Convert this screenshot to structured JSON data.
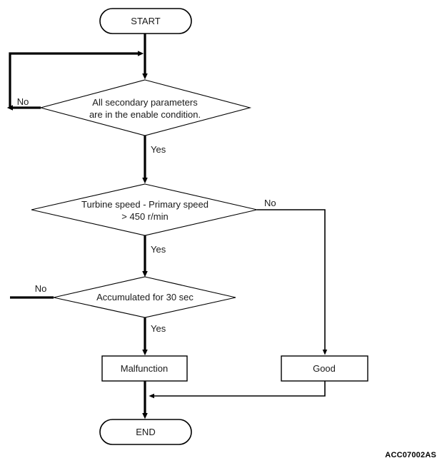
{
  "diagram": {
    "type": "flowchart",
    "reference_code": "ACC07002AS",
    "nodes": [
      {
        "id": "start",
        "shape": "terminator",
        "label": "START"
      },
      {
        "id": "decision1",
        "shape": "decision",
        "label_line1": "All secondary parameters",
        "label_line2": "are in the enable condition."
      },
      {
        "id": "decision2",
        "shape": "decision",
        "label_line1": "Turbine speed - Primary speed",
        "label_line2": "> 450 r/min"
      },
      {
        "id": "decision3",
        "shape": "decision",
        "label_line1": "Accumulated for 30 sec",
        "label_line2": ""
      },
      {
        "id": "malfunction",
        "shape": "process",
        "label": "Malfunction"
      },
      {
        "id": "good",
        "shape": "process",
        "label": "Good"
      },
      {
        "id": "end",
        "shape": "terminator",
        "label": "END"
      }
    ],
    "edge_labels": {
      "d1_no": "No",
      "d1_yes": "Yes",
      "d2_no": "No",
      "d2_yes": "Yes",
      "d3_no": "No",
      "d3_yes": "Yes"
    },
    "colors": {
      "line": "#000000",
      "text": "#1a1a1a",
      "background": "#ffffff"
    }
  }
}
